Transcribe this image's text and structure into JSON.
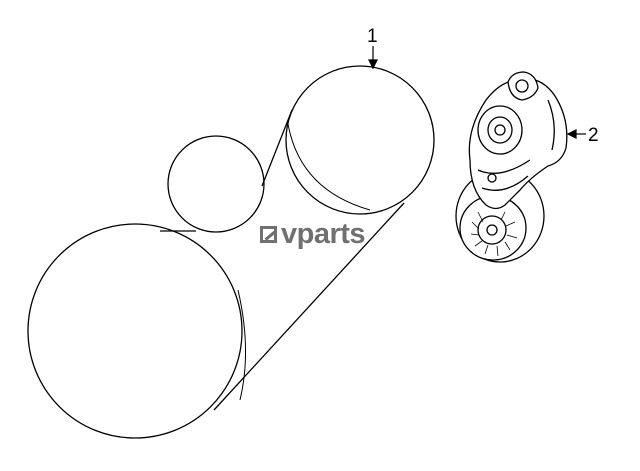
{
  "callouts": {
    "belt_label": "1",
    "tensioner_label": "2"
  },
  "watermark": {
    "text": "vparts"
  },
  "parts": {
    "belt_icon": "serpentine-belt",
    "tensioner_icon": "belt-tensioner-assembly"
  },
  "colors": {
    "line": "#000000",
    "background": "#ffffff",
    "watermark": "#3a3a3a"
  }
}
